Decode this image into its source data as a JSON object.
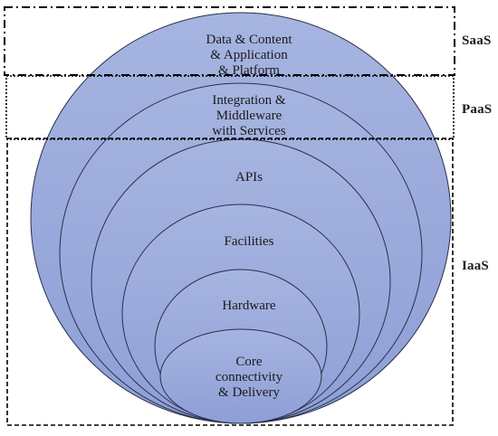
{
  "layers": [
    {
      "id": "data",
      "label": "Data & Content\n& Application\n& Platform"
    },
    {
      "id": "integration",
      "label": "Integration &\nMiddleware\nwith Services"
    },
    {
      "id": "apis",
      "label": "APIs"
    },
    {
      "id": "facilities",
      "label": "Facilities"
    },
    {
      "id": "hardware",
      "label": "Hardware"
    },
    {
      "id": "core",
      "label": "Core\nconnectivity\n& Delivery"
    }
  ],
  "regions": {
    "saas": "SaaS",
    "paas": "PaaS",
    "iaas": "IaaS"
  },
  "colors": {
    "ellipse_fill_top": "#a3b1de",
    "ellipse_fill_bottom": "#8c9fd6",
    "ellipse_stroke": "#2a2f4a",
    "box_stroke": "#000000"
  }
}
